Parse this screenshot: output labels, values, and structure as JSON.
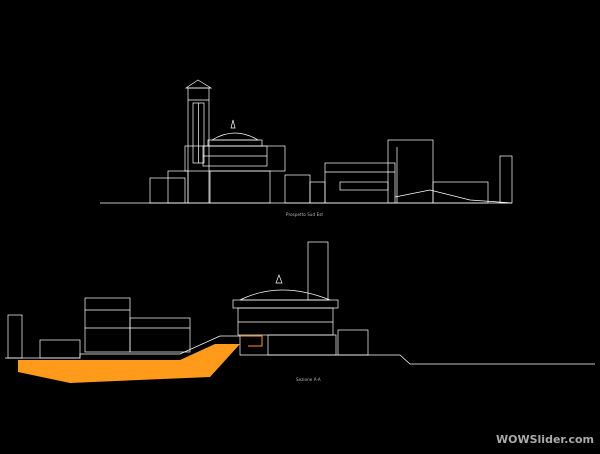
{
  "drawing": {
    "background": "#000000",
    "line_color": "#ffffff",
    "accent_color": "#ff9a1a",
    "elevation_caption": "Prospetto Sud Est",
    "section_caption": "Sezione A-A"
  },
  "watermark": {
    "text": "WOWSlider.com"
  }
}
